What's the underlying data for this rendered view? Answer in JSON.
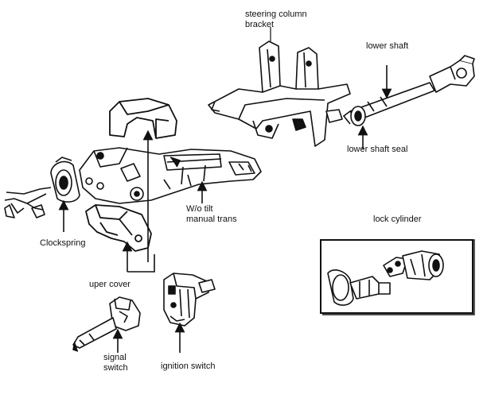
{
  "labels": {
    "steering_column_bracket_l1": "steering column",
    "steering_column_bracket_l2": "bracket",
    "lower_shaft": "lower shaft",
    "lower_shaft_seal": "lower shaft seal",
    "wo_tilt_l1": "W/o tilt",
    "wo_tilt_l2": "manual trans",
    "clockspring": "Clockspring",
    "lock_cylinder": "lock cylinder",
    "uper_cover": "uper cover",
    "signal_switch_l1": "signal",
    "signal_switch_l2": "switch",
    "ignition_switch": "ignition switch"
  },
  "colors": {
    "ink": "#111111",
    "paper": "#ffffff",
    "shade": "#9a9a9a"
  }
}
